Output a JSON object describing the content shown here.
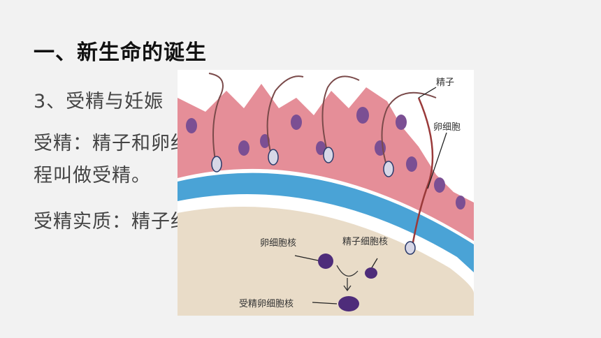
{
  "slide": {
    "title": "一、新生命的诞生",
    "lines": [
      "3、受精与妊娠",
      "受精：精子和卵细胞结合形成受精卵的过",
      "程叫做受精。",
      "受精实质：精子细胞核与卵细胞核融合"
    ]
  },
  "figure": {
    "labels": {
      "sperm": "精子",
      "egg_cell": "卵细胞",
      "egg_nucleus": "卵细胞核",
      "sperm_nucleus": "精子细胞核",
      "zygote_nucleus": "受精卵细胞核"
    },
    "colors": {
      "cytoplasm": "#e9dcc8",
      "blue_layer": "#4aa3d6",
      "corona": "#e58e98",
      "cell_nuclei": "#7b4f93",
      "dark_nucleus": "#4e2c7a"
    }
  }
}
